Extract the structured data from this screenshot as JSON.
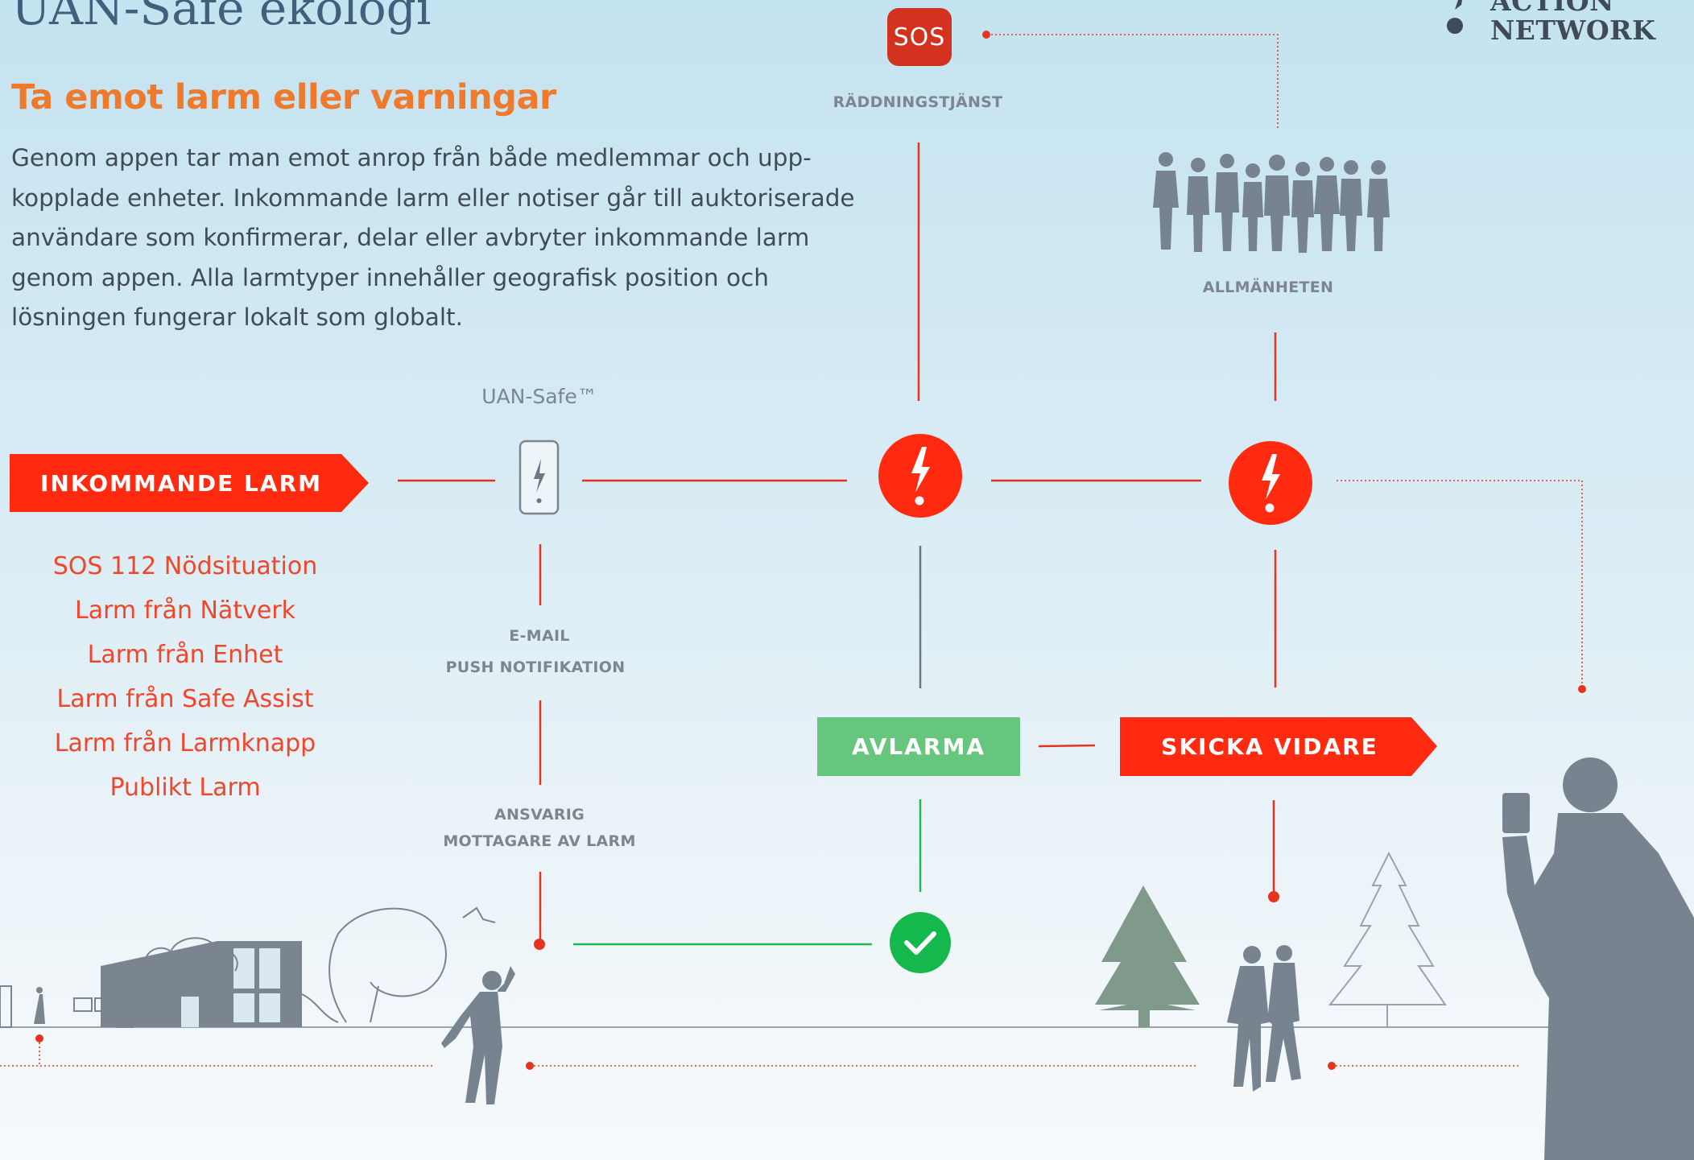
{
  "header": {
    "title": "UAN-Safe ekologi",
    "subheading": "Ta emot larm eller varningar",
    "intro_lines": [
      "Genom appen tar man emot anrop från både medlemmar och upp-",
      "kopplade enheter. Inkommande larm eller notiser går till auktoriserade",
      "användare som konfirmerar, delar eller avbryter inkommande larm",
      "genom appen. Alla larmtyper innehåller geografisk position och",
      "lösningen fungerar lokalt som globalt."
    ]
  },
  "logo": {
    "line1": "ACTION",
    "line2": "NETWORK"
  },
  "diagram": {
    "sos_badge": "SOS",
    "sos_label": "RÄDDNINGSTJÄNST",
    "public_label": "ALLMÄNHETEN",
    "device_label": "UAN-Safe™",
    "incoming_banner": "INKOMMANDE LARM",
    "channel_label_1": "E-MAIL",
    "channel_label_2": "PUSH NOTIFIKATION",
    "receiver_label_1": "ANSVARIG",
    "receiver_label_2": "MOTTAGARE AV LARM",
    "cancel_banner": "AVLARMA",
    "forward_banner": "SKICKA VIDARE",
    "alarm_types": [
      "SOS 112 Nödsituation",
      "Larm från Nätverk",
      "Larm från Enhet",
      "Larm från Safe Assist",
      "Larm från Larmknapp",
      "Publikt Larm"
    ]
  },
  "colors": {
    "alert_red": "#ff2a10",
    "sos_red": "#d2321e",
    "confirm_green": "#67c67d",
    "check_green": "#14b84c",
    "orange_heading": "#ef7a2c",
    "silhouette_gray": "#77838f",
    "tree_green": "#7f9a8a",
    "text_dark": "#3f4b57"
  }
}
